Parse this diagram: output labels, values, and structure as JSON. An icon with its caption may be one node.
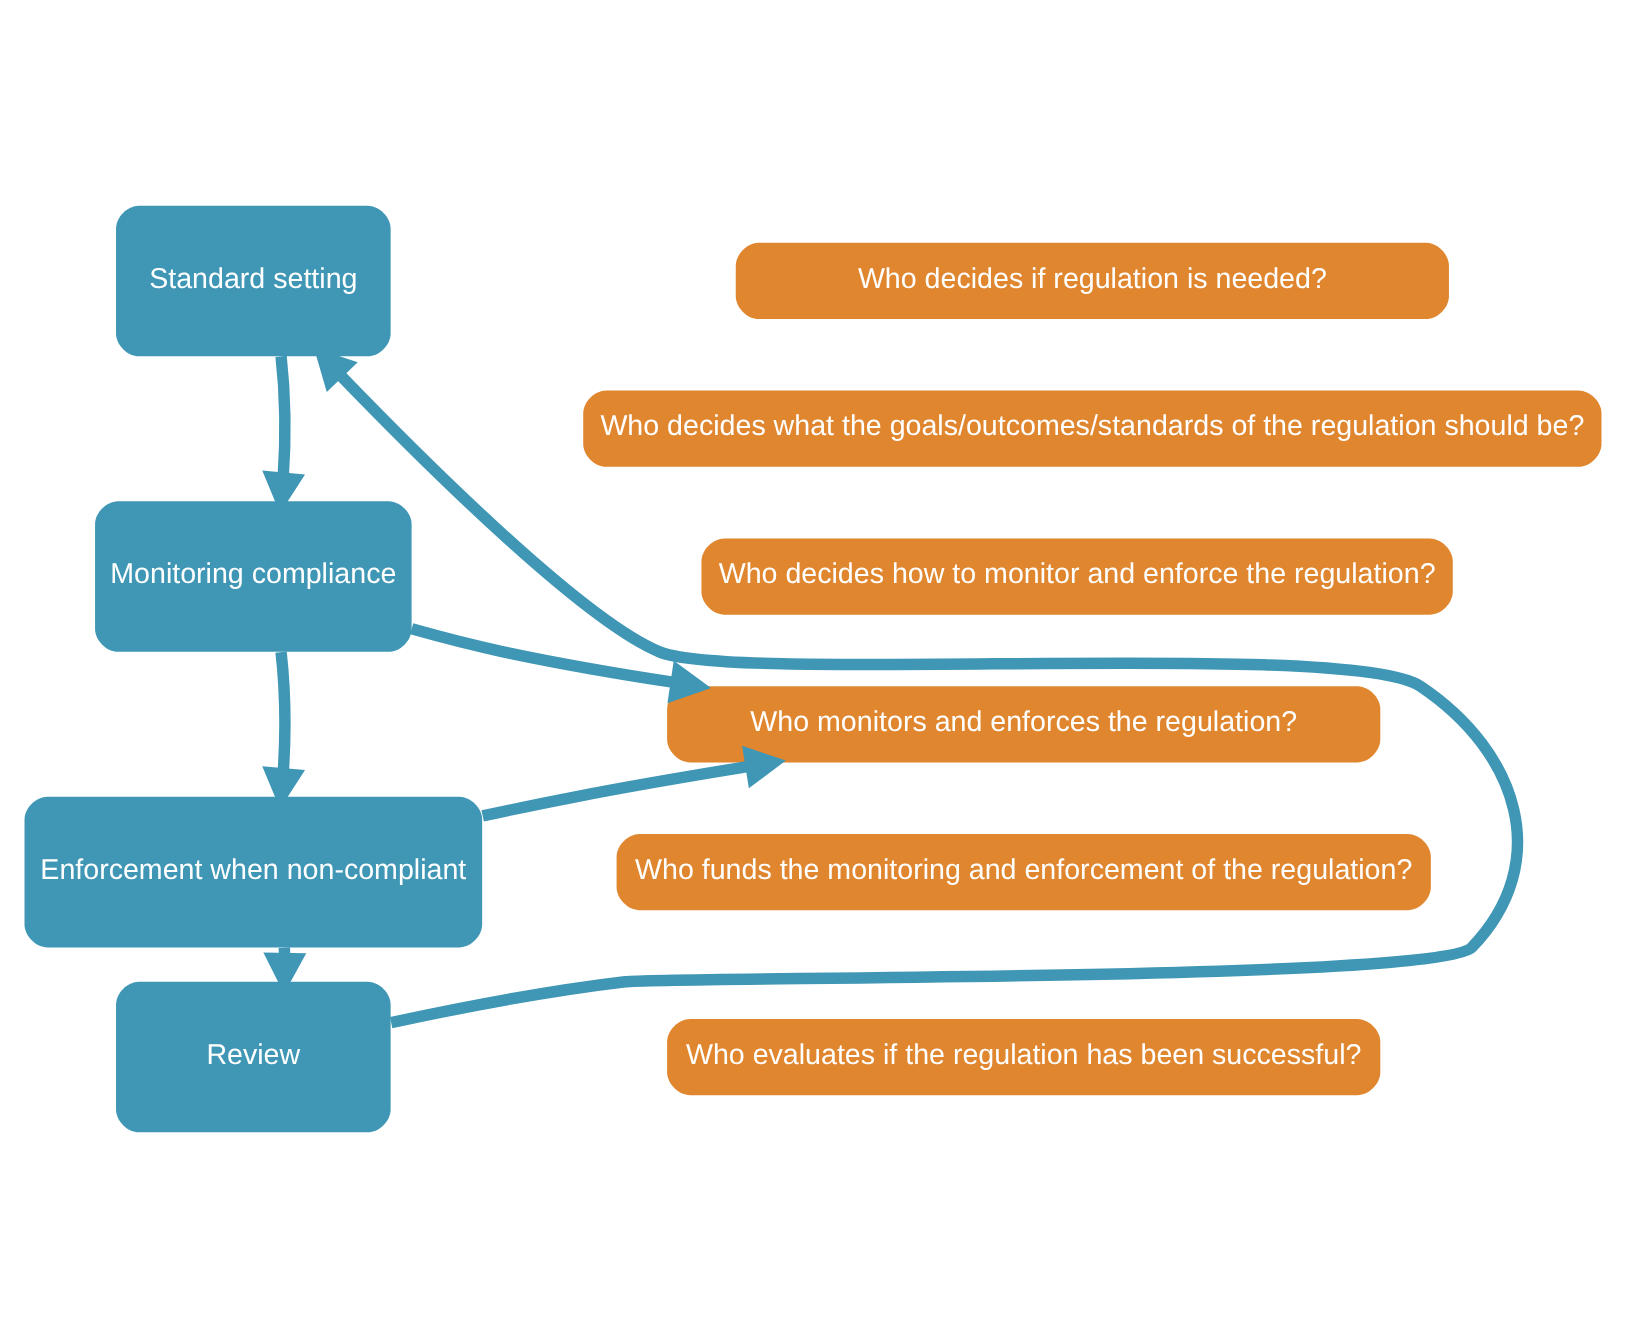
{
  "diagram": {
    "nodes": [
      {
        "text": [
          "Standard setting"
        ]
      },
      {
        "text": [
          "Monitoring compliance"
        ]
      },
      {
        "text": [
          "Enforcement when non-compliant"
        ]
      },
      {
        "text": [
          "Review"
        ]
      },
      {
        "text": [
          "Who decides if regulation is needed?"
        ]
      },
      {
        "text": [
          "Who decides what the goals/outcomes/standards of the regulation should be?"
        ]
      },
      {
        "text": [
          "Who decides how to monitor and enforce the regulation?"
        ]
      },
      {
        "text": [
          "Who monitors and enforces the regulation?"
        ]
      },
      {
        "text": [
          "Who funds the monitoring and enforcement of the regulation?"
        ]
      },
      {
        "text": [
          "Who evaluates if the regulation has been successful?"
        ]
      }
    ],
    "edges": [
      {
        "from": 0,
        "to": 1,
        "arrow": "to"
      },
      {
        "from": 1,
        "to": 2,
        "arrow": "to"
      },
      {
        "from": 2,
        "to": 3,
        "arrow": "to"
      },
      {
        "from": 3,
        "to": 0,
        "arrow": "to"
      },
      {
        "from": 1,
        "to": 7,
        "arrow": "to"
      },
      {
        "from": 2,
        "to": 7,
        "arrow": "to"
      }
    ]
  }
}
